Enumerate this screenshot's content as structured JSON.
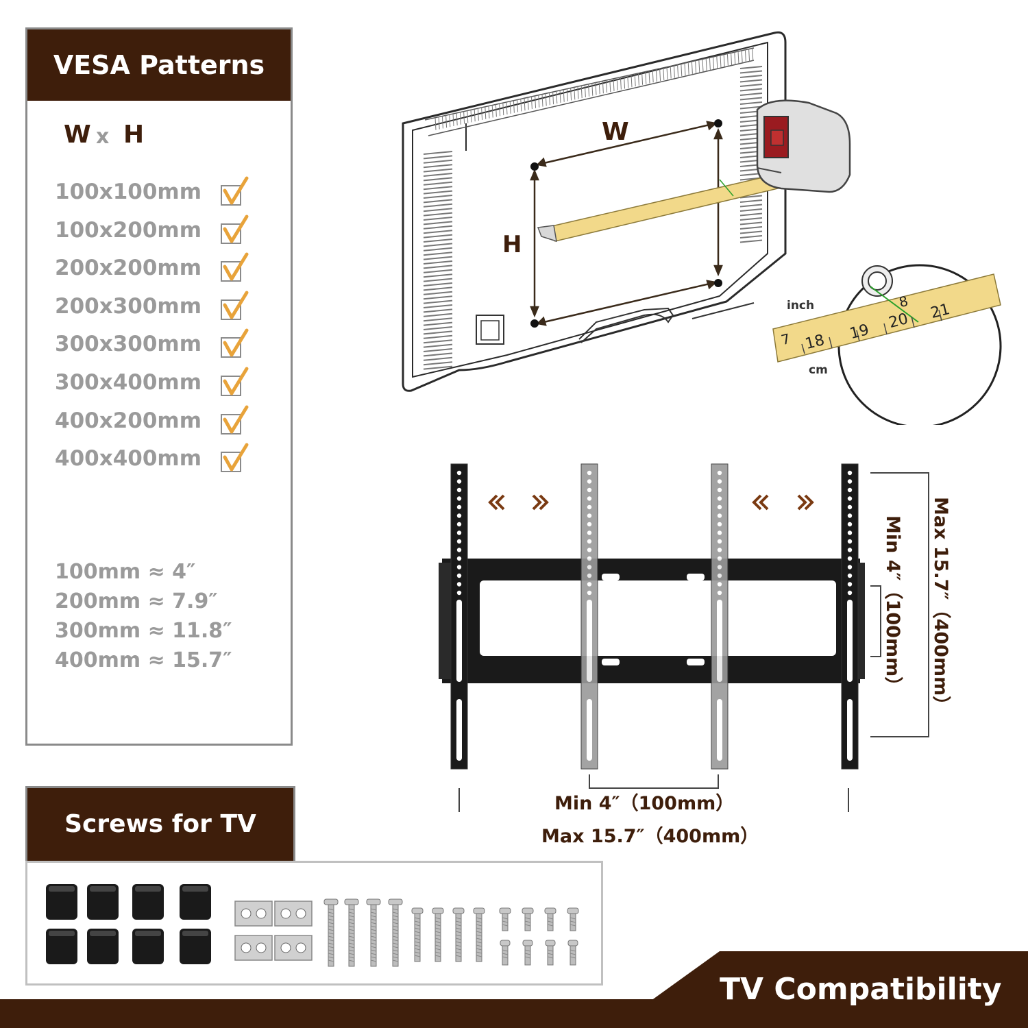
{
  "vesa": {
    "title": "VESA Patterns",
    "w_label": "W",
    "x_label": "x",
    "h_label": "H",
    "patterns": [
      "100x100mm",
      "100x200mm",
      "200x200mm",
      "200x300mm",
      "300x300mm",
      "300x400mm",
      "400x200mm",
      "400x400mm"
    ],
    "conversions": [
      "100mm ≈ 4″",
      "200mm ≈ 7.9″",
      "300mm ≈ 11.8″",
      "400mm ≈ 15.7″"
    ]
  },
  "diagram": {
    "w_label": "W",
    "h_label": "H",
    "inch_label": "inch",
    "cm_label": "cm",
    "tape_numbers": [
      "7",
      "18",
      "19",
      "20",
      "21",
      "8"
    ],
    "min_horizontal": "Min  4″（100mm）",
    "max_horizontal": "Max  15.7″（400mm）",
    "min_vertical": "Min  4″（100mm）",
    "max_vertical": "Max  15.7″（400mm）"
  },
  "screws": {
    "title": "Screws for TV"
  },
  "footer": {
    "title": "TV  Compatibility"
  },
  "colors": {
    "brown": "#3e1e0b",
    "orange": "#e8a33a",
    "gray": "#9a9a9a"
  }
}
